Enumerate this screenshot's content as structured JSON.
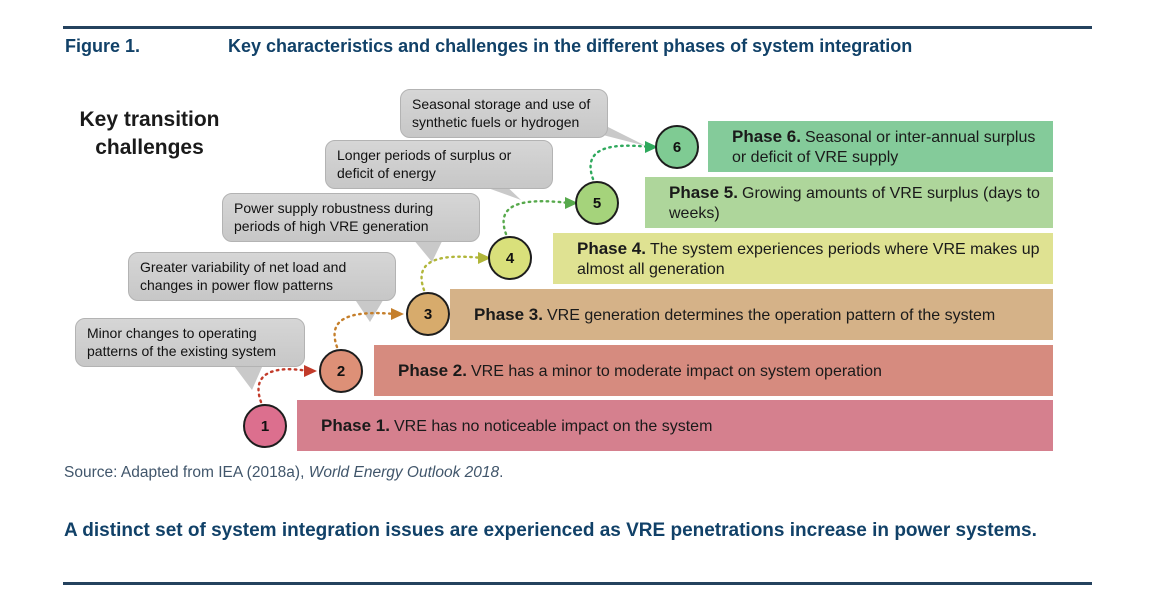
{
  "figure": {
    "label": "Figure 1.",
    "title": "Key characteristics and challenges in the different phases of system integration",
    "accent_color": "#114168"
  },
  "diagram": {
    "heading": "Key transition challenges",
    "phases": [
      {
        "num": "1",
        "name": "Phase 1.",
        "description": "VRE has no noticeable impact on the system",
        "bar_color": "#d5808e",
        "circle_color": "#dc6f8e"
      },
      {
        "num": "2",
        "name": "Phase 2.",
        "description": "VRE has a minor to moderate impact on system operation",
        "bar_color": "#d68b7f",
        "circle_color": "#dd9077"
      },
      {
        "num": "3",
        "name": "Phase 3.",
        "description": "VRE generation determines the operation pattern of the system",
        "bar_color": "#d5b288",
        "circle_color": "#d7ab6c"
      },
      {
        "num": "4",
        "name": "Phase 4.",
        "description": "The system experiences periods where VRE makes up almost all generation",
        "bar_color": "#dfe292",
        "circle_color": "#d9e07b"
      },
      {
        "num": "5",
        "name": "Phase 5.",
        "description": "Growing amounts of VRE surplus (days to weeks)",
        "bar_color": "#aed69b",
        "circle_color": "#a5d37b"
      },
      {
        "num": "6",
        "name": "Phase 6.",
        "description": "Seasonal or inter-annual surplus or deficit of VRE supply",
        "bar_color": "#84cb9a",
        "circle_color": "#7fcb93"
      }
    ],
    "challenges": [
      {
        "for_phase": "2",
        "text": "Minor changes to operating patterns of the existing system"
      },
      {
        "for_phase": "3",
        "text": "Greater variability of net load and changes in power flow patterns"
      },
      {
        "for_phase": "4",
        "text": "Power supply robustness during periods of high VRE generation"
      },
      {
        "for_phase": "5",
        "text": "Longer periods of surplus or deficit of energy"
      },
      {
        "for_phase": "6",
        "text": "Seasonal storage and use of synthetic fuels or hydrogen"
      }
    ],
    "arrows": [
      {
        "from": "1",
        "to": "2",
        "color": "#c23b2a"
      },
      {
        "from": "2",
        "to": "3",
        "color": "#c57f2b"
      },
      {
        "from": "3",
        "to": "4",
        "color": "#b1b63a"
      },
      {
        "from": "4",
        "to": "5",
        "color": "#57a94c"
      },
      {
        "from": "5",
        "to": "6",
        "color": "#2fa95d"
      }
    ]
  },
  "source": {
    "prefix": "Source: Adapted from IEA (2018a), ",
    "work_italic": "World Energy Outlook 2018",
    "suffix": "."
  },
  "summary": "A distinct set of system integration issues are experienced as VRE penetrations increase in power systems."
}
